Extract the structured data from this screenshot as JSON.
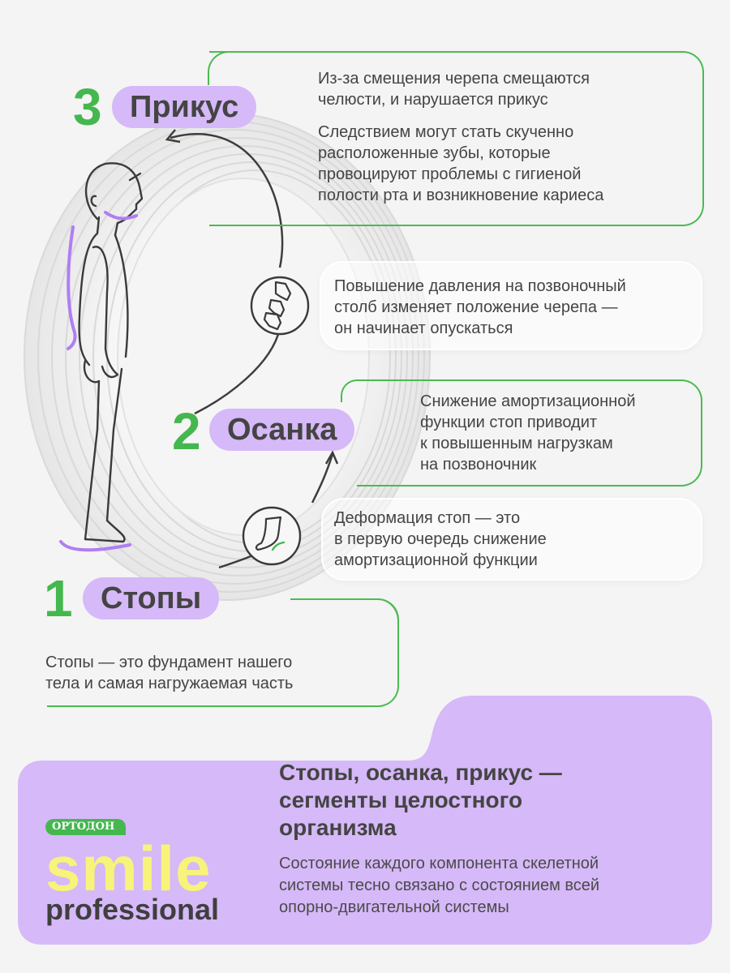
{
  "colors": {
    "green": "#4cba52",
    "purple": "#d6b9f8",
    "text": "#444444",
    "logo_yellow": "#f8f37a"
  },
  "steps": [
    {
      "number": "1",
      "label": "Стопы",
      "description": "Стопы — это фундамент нашего тела и самая нагружаемая часть"
    },
    {
      "number": "2",
      "label": "Осанка",
      "description_lines": [
        "Снижение амортизационной",
        "функции стоп приводит",
        "к повышенным нагрузкам",
        "на позвоночник"
      ]
    },
    {
      "number": "3",
      "label": "Прикус",
      "description_lines": [
        "Из-за смещения черепа смещаются",
        "челюсти, и нарушается прикус"
      ],
      "consequence_lines": [
        "Следствием могут стать скученно",
        "расположенные зубы, которые",
        "провоцируют проблемы с гигиеной",
        "полости рта и возникновение кариеса"
      ]
    }
  ],
  "step1_lines": [
    "Стопы — это фундамент нашего",
    "тела и самая нагружаемая часть"
  ],
  "notes": {
    "spine": {
      "icon": "spine-vertebrae-icon",
      "lines": [
        "Повышение давления на позвоночный",
        "столб изменяет положение черепа —",
        "он начинает опускаться"
      ]
    },
    "foot": {
      "icon": "foot-arch-icon",
      "lines": [
        "Деформация стоп — это",
        "в первую очередь снижение",
        "амортизационной функции"
      ]
    }
  },
  "summary": {
    "title_lines": [
      "Стопы, осанка, прикус —",
      "сегменты целостного",
      "организма"
    ],
    "desc_lines": [
      "Состояние каждого компонента скелетной",
      "системы тесно связано с состоянием всей",
      "опорно-двигательной системы"
    ]
  },
  "logo": {
    "badge": "ОРТОДОН",
    "word1": "smile",
    "word2": "professional"
  }
}
